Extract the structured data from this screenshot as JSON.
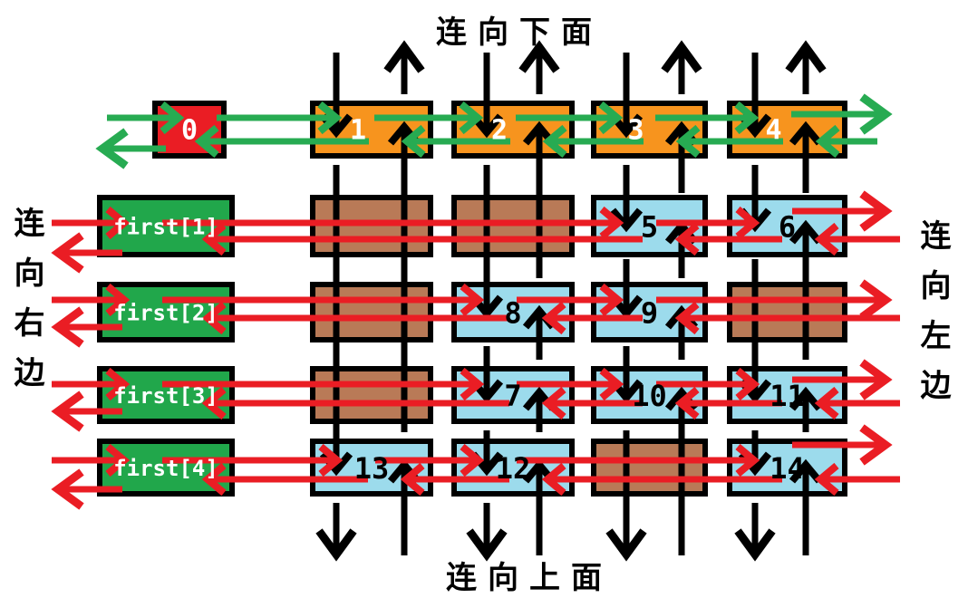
{
  "diagram": {
    "title_top": "连向下面",
    "title_bottom": "连向上面",
    "side_left": "连向右边",
    "side_right": "连向左边",
    "header_nodes": [
      "0",
      "1",
      "2",
      "3",
      "4"
    ],
    "row_headers": [
      "first[1]",
      "first[2]",
      "first[3]",
      "first[4]"
    ],
    "grid_rows": [
      [
        "",
        "",
        "5",
        "6"
      ],
      [
        "",
        "8",
        "9",
        ""
      ],
      [
        "",
        "7",
        "10",
        "11"
      ],
      [
        "13",
        "12",
        "",
        "14"
      ]
    ]
  },
  "colors": {
    "head_node": "#ea1d24",
    "header_node": "#f7941e",
    "pointer_box": "#21a74b",
    "node": "#9cdbec",
    "empty_node": "#b97a57",
    "arrow_horizontal": "#ea1d24",
    "arrow_header": "#27ab52",
    "arrow_vertical": "#000000",
    "outline": "#000000",
    "background": "#ffffff",
    "node_text_light": "#ffffff",
    "node_text_dark": "#000000"
  }
}
